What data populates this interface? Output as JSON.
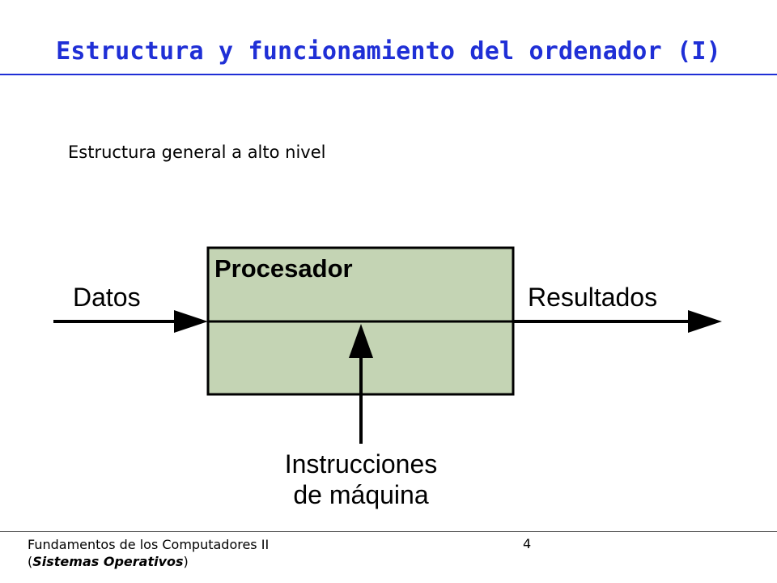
{
  "slide": {
    "title": "Estructura y funcionamiento del ordenador (I)",
    "subtitle": "Estructura general a alto nivel"
  },
  "diagram": {
    "processor_label": "Procesador",
    "input_label": "Datos",
    "output_label": "Resultados",
    "instructions_line1": "Instrucciones",
    "instructions_line2": "de máquina",
    "box_fill": "#c4d4b4"
  },
  "footer": {
    "course_line1": "Fundamentos de los Computadores II",
    "paren_open": "(",
    "course_line2": "Sistemas Operativos",
    "paren_close": ")",
    "page_number": "4"
  }
}
